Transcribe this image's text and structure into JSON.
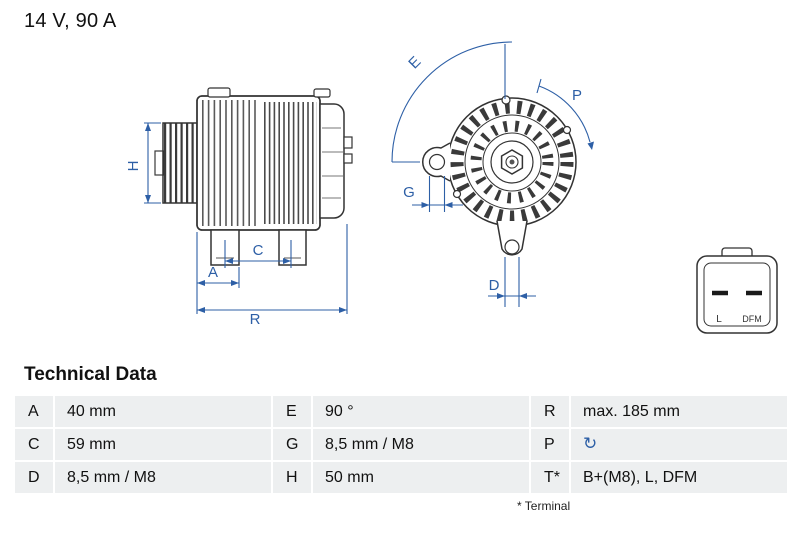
{
  "spec": "14 V, 90 A",
  "diagram": {
    "dimension_color": "#2d5fa6",
    "labels": {
      "H": "H",
      "A": "A",
      "C": "C",
      "R": "R",
      "E": "E",
      "G": "G",
      "P": "P",
      "D": "D"
    },
    "connector": {
      "pin_left": "L",
      "pin_right": "DFM"
    }
  },
  "technical_data": {
    "heading": "Technical Data",
    "footnote": "* Terminal",
    "rows": [
      [
        {
          "k": "A",
          "v": "40 mm"
        },
        {
          "k": "E",
          "v": "90 °"
        },
        {
          "k": "R",
          "v": "max. 185 mm"
        }
      ],
      [
        {
          "k": "C",
          "v": "59 mm"
        },
        {
          "k": "G",
          "v": "8,5 mm / M8"
        },
        {
          "k": "P",
          "v": "↻",
          "icon": "clockwise-rotation-icon"
        }
      ],
      [
        {
          "k": "D",
          "v": "8,5 mm / M8"
        },
        {
          "k": "H",
          "v": "50 mm"
        },
        {
          "k": "T*",
          "v": "B+(M8), L, DFM"
        }
      ]
    ]
  }
}
